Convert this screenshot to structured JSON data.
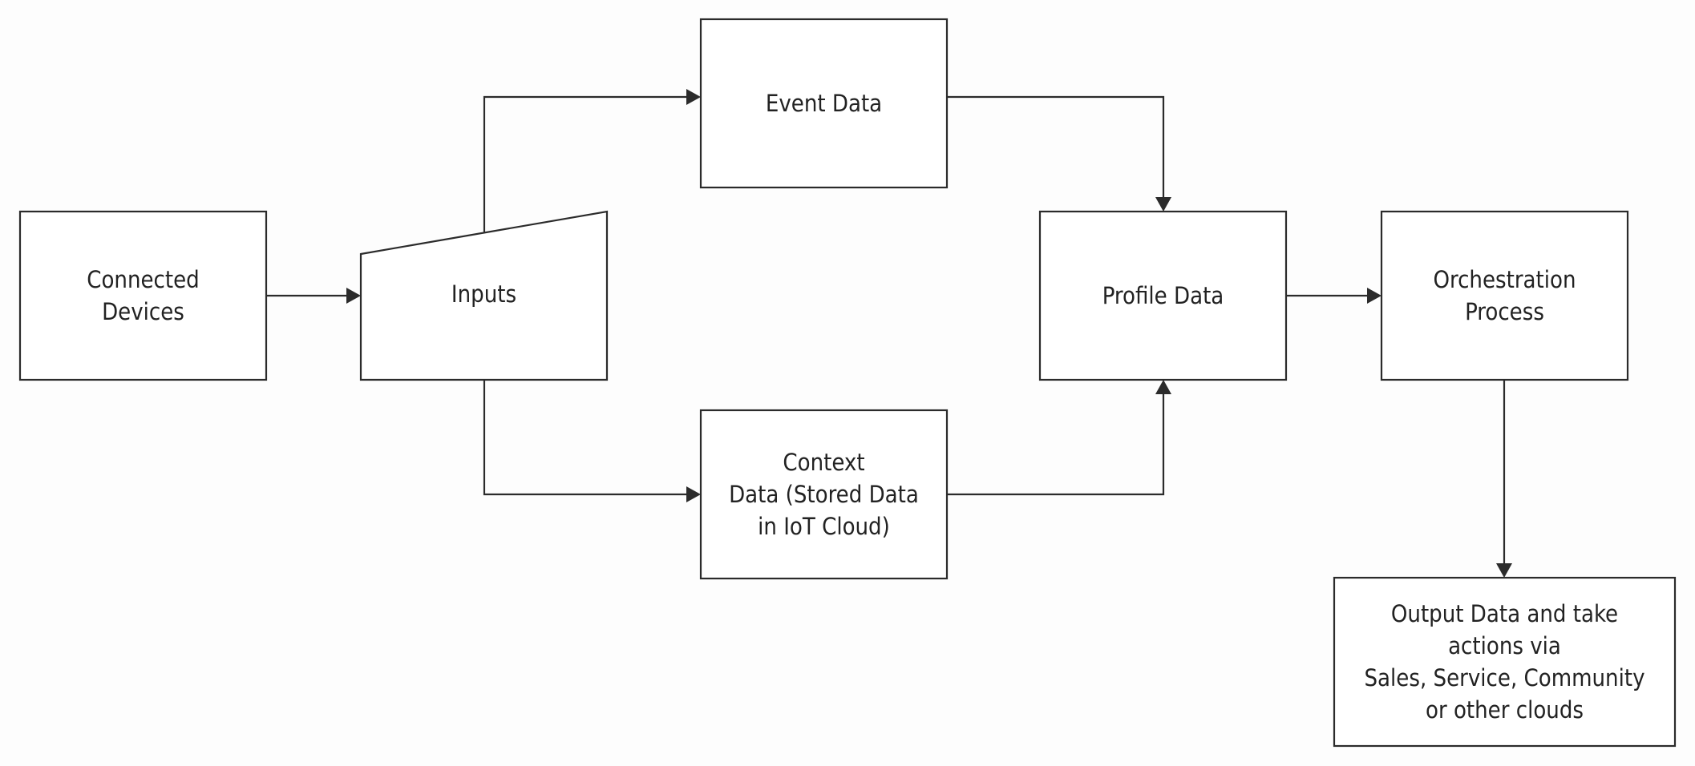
{
  "diagram": {
    "type": "flowchart",
    "colors": {
      "stroke": "#2b2b2b",
      "fill": "#ffffff",
      "text": "#222222",
      "background": "#fdfdfd"
    },
    "nodes": {
      "connected_devices": {
        "label": "Connected\nDevices",
        "shape": "rectangle"
      },
      "inputs": {
        "label": "Inputs",
        "shape": "manual-input-trapezoid"
      },
      "event_data": {
        "label": "Event Data",
        "shape": "rectangle"
      },
      "context_data": {
        "label": "Context\nData (Stored Data\nin IoT Cloud)",
        "shape": "rectangle"
      },
      "profile_data": {
        "label": "Profile Data",
        "shape": "rectangle"
      },
      "orchestration_process": {
        "label": "Orchestration\nProcess",
        "shape": "rectangle"
      },
      "output_data": {
        "label": "Output Data and take\nactions via\nSales, Service, Community\nor other clouds",
        "shape": "rectangle"
      }
    },
    "edges": [
      {
        "from": "connected_devices",
        "to": "inputs"
      },
      {
        "from": "inputs",
        "to": "event_data"
      },
      {
        "from": "inputs",
        "to": "context_data"
      },
      {
        "from": "event_data",
        "to": "profile_data"
      },
      {
        "from": "context_data",
        "to": "profile_data"
      },
      {
        "from": "profile_data",
        "to": "orchestration_process"
      },
      {
        "from": "orchestration_process",
        "to": "output_data"
      }
    ]
  }
}
